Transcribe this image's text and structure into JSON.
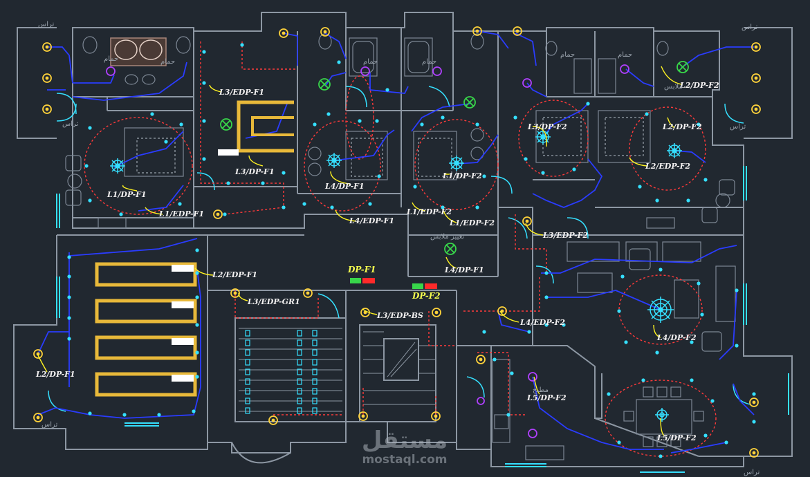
{
  "colors": {
    "background": "#212830",
    "walls": "#8d97a3",
    "circuit_red": "#ff3a3a",
    "circuit_blue": "#2a3cff",
    "fixture_cyan": "#35e0ff",
    "fixture_yellow": "#ffd23a",
    "fixture_green": "#38d64a",
    "fixture_purple": "#b040ff",
    "label_arrow": "#fff321"
  },
  "labels": {
    "l1dpf1": "L1/DP-F1",
    "l1edpf1": "L1/EDP-F1",
    "l3edpf1": "L3/EDP-F1",
    "l3dpf1": "L3/DP-F1",
    "l4dpf1": "L4/DP-F1",
    "l4edpf1": "L4/EDP-F1",
    "l1dpf2": "L1/DP-F2",
    "l1edpf2a": "L1/EDP-F2",
    "l1edpf2b": "L1/EDP-F2",
    "l3dpf2": "L3/DP-F2",
    "l2dpf2a": "L2/DP-F2",
    "l2dpf2b": "L2/DP-F2",
    "l2edpf2": "L2/EDP-F2",
    "l3edpf2": "L3/EDP-F2",
    "l4dpf1b": "L4/DP-F1",
    "l2edpf1": "L2/EDP-F1",
    "l3edpgr1": "L3/EDP-GR1",
    "l3edpbs": "L3/EDP-BS",
    "l4edpf2": "L4/EDP-F2",
    "l4dpf2": "L4/DP-F2",
    "l2dpf1": "L2/DP-F1",
    "l5dpf2a": "L5/DP-F2",
    "l5dpf2b": "L5/DP-F2",
    "dpf1": "DP-F1",
    "dpf2": "DP-F2"
  },
  "rooms": {
    "terrace": "تراس",
    "bathroom": "حمام",
    "dressing": "تغيير ملابس",
    "clothes": "ملابس",
    "kitchen": "مطبخ"
  },
  "watermark": {
    "arabic": "مستقل",
    "latin": "mostaql.com"
  }
}
